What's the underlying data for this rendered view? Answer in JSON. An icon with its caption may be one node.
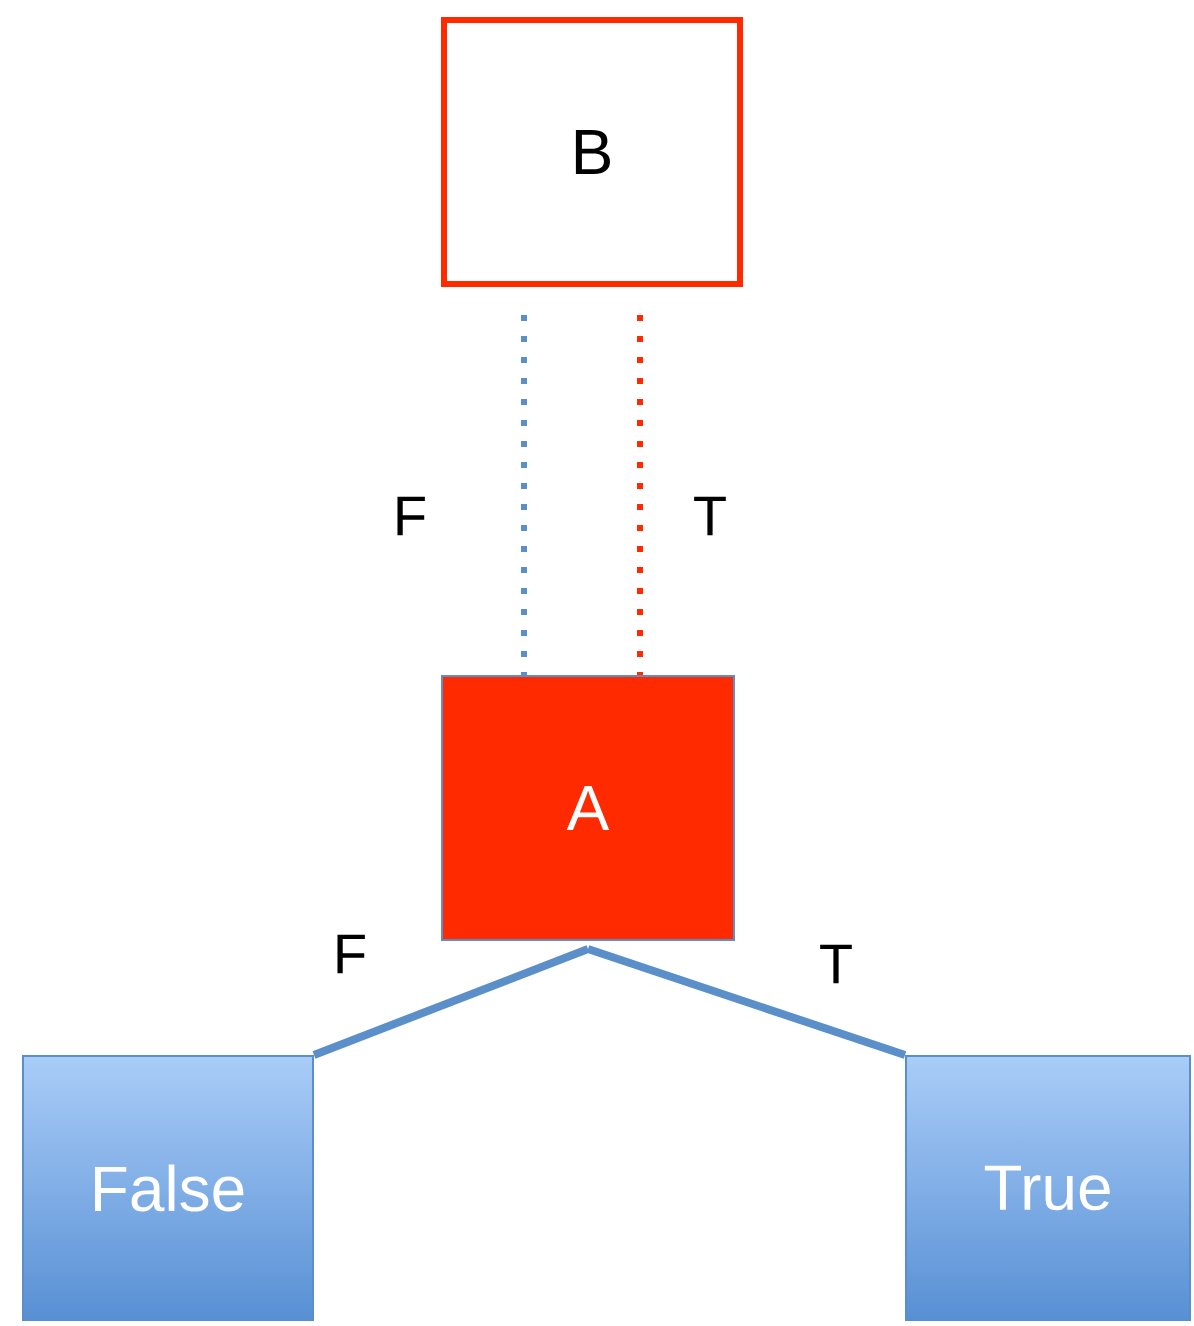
{
  "diagram": {
    "nodes": [
      {
        "text": [
          "B"
        ]
      },
      {
        "text": [
          "A"
        ]
      },
      {
        "text": [
          "False"
        ]
      },
      {
        "text": [
          "True"
        ]
      }
    ],
    "edges": [
      {
        "from": 0,
        "to": 1,
        "arrow": "none",
        "label": "F",
        "style": "dashed",
        "color": "#5b8fc9"
      },
      {
        "from": 0,
        "to": 1,
        "arrow": "none",
        "label": "T",
        "style": "dashed",
        "color": "#ff2a00"
      },
      {
        "from": 1,
        "to": 2,
        "arrow": "none",
        "label": "F"
      },
      {
        "from": 1,
        "to": 3,
        "arrow": "none",
        "label": "T"
      }
    ]
  }
}
